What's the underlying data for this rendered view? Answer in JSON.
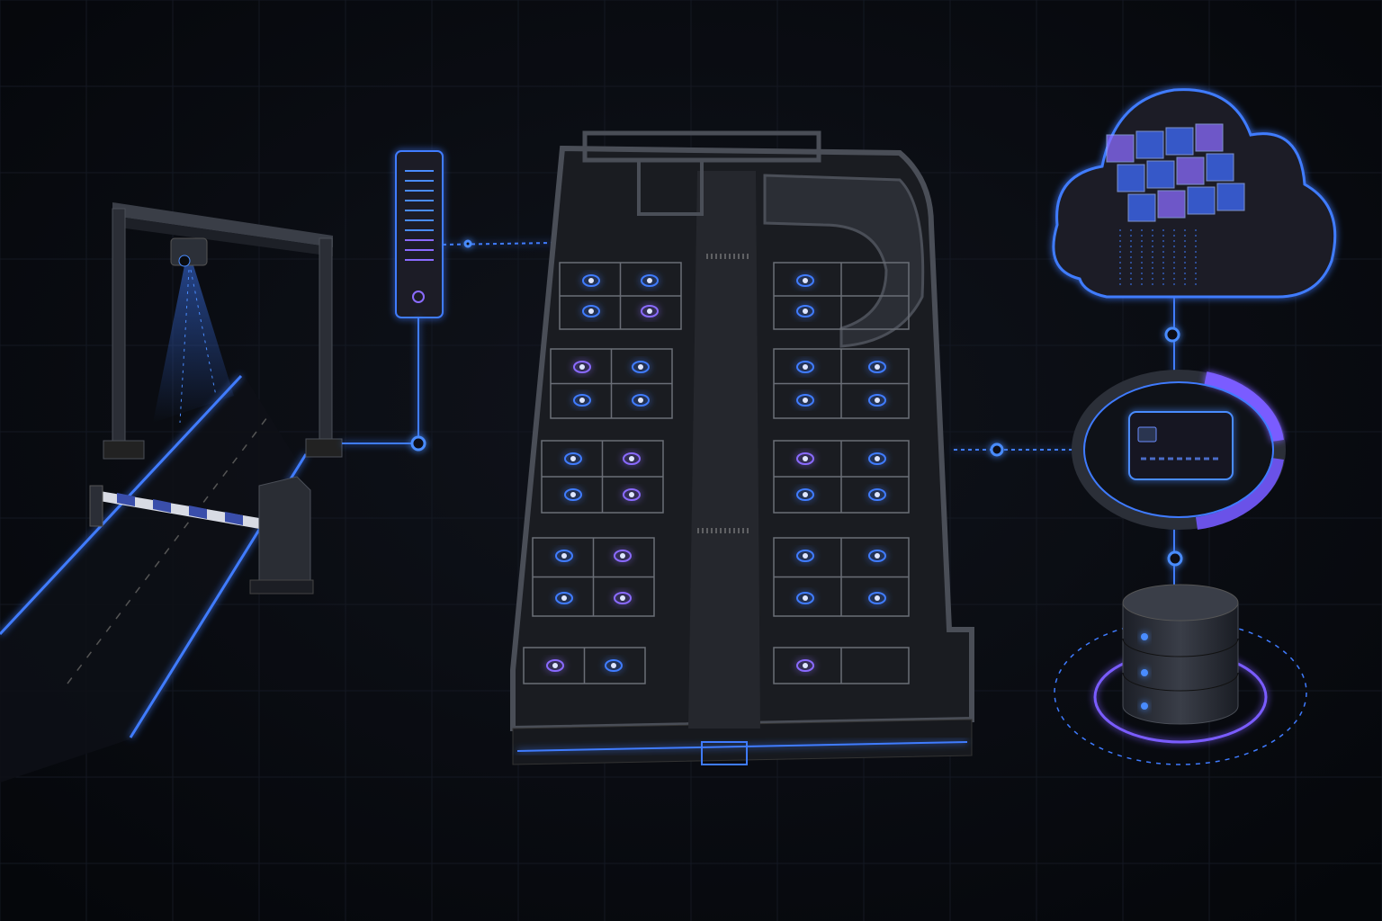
{
  "colors": {
    "background": "#07090e",
    "accent_blue": "#3f7bff",
    "accent_purple": "#8a6bff",
    "structure": "#2a2d34",
    "structure_edge": "#4a4e57"
  },
  "icons": {
    "gate": "entry-gate-camera-icon",
    "barrier": "boom-barrier-icon",
    "kiosk": "ticket-kiosk-icon",
    "lot": "parking-garage-floorplan",
    "cloud": "cloud-data-cubes-icon",
    "payment": "credit-card-payment-icon",
    "database": "database-cylinder-icon"
  },
  "sensors": [
    "blue",
    "blue",
    "blue",
    "purple",
    "blue",
    "blue",
    "purple",
    "blue",
    "blue",
    "blue",
    "blue",
    "blue",
    "blue",
    "blue",
    "blue",
    "purple",
    "blue",
    "purple",
    "purple",
    "blue",
    "blue",
    "blue",
    "blue",
    "purple",
    "blue",
    "purple",
    "blue",
    "blue",
    "blue",
    "blue",
    "purple",
    "blue",
    "purple",
    "blue",
    "blue",
    "blue"
  ]
}
